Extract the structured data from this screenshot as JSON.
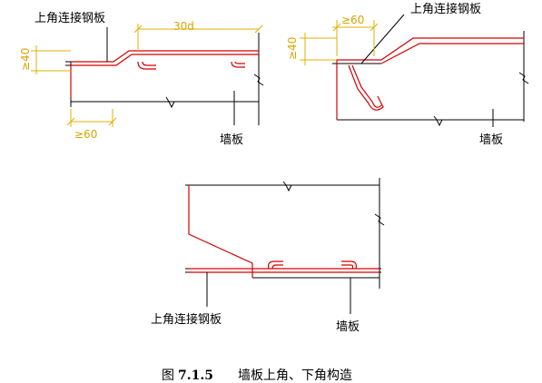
{
  "labels": {
    "plate_top_left": "上角连接钢板",
    "plate_top_right": "上角连接钢板",
    "plate_bottom": "上角连接钢板",
    "wall_top_left": "墙板",
    "wall_top_right": "墙板",
    "wall_bottom": "墙板"
  },
  "dimensions": {
    "lap_length": "30d",
    "min_40_left": "≥40",
    "min_60_left": "≥60",
    "min_40_right": "≥40",
    "min_60_right": "≥60"
  },
  "caption": {
    "fig": "图",
    "number": "7.1.5",
    "title": "墙板上角、下角构造"
  },
  "colors": {
    "line": "#000000",
    "rebar": "#d40000",
    "dimension": "#e0b000"
  }
}
